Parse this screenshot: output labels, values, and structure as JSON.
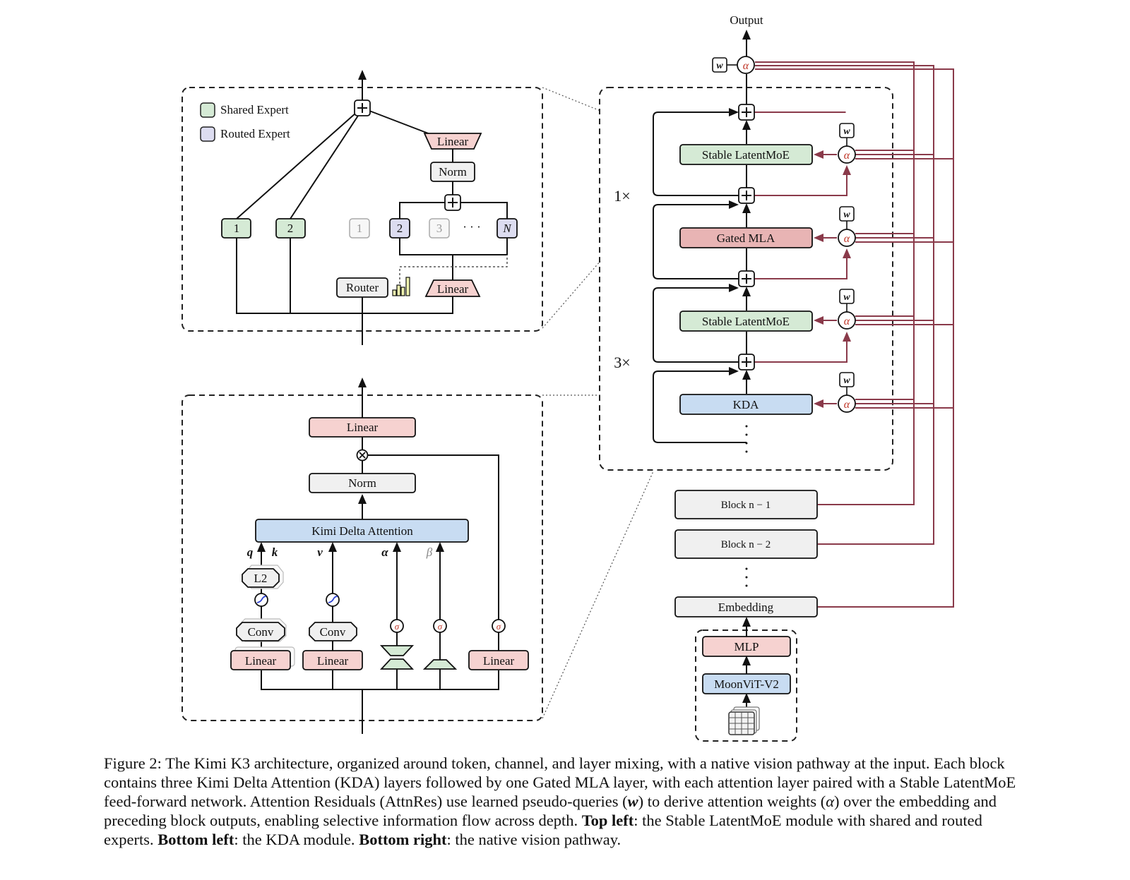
{
  "output_label": "Output",
  "legend": {
    "shared": "Shared Expert",
    "routed": "Routed Expert"
  },
  "moe": {
    "linear_top": "Linear",
    "norm": "Norm",
    "router": "Router",
    "linear_bottom": "Linear",
    "shared_experts": [
      "1",
      "2"
    ],
    "routed_experts": [
      "1",
      "2",
      "3",
      "N"
    ],
    "ellipsis": "· · ·"
  },
  "kda": {
    "linear_out": "Linear",
    "norm": "Norm",
    "attention": "Kimi Delta Attention",
    "inputs": [
      "q",
      "k",
      "v",
      "α",
      "β"
    ],
    "l2": "L2",
    "conv": "Conv",
    "linear": "Linear",
    "sigma": "σ"
  },
  "stack": {
    "layers": [
      "Stable LatentMoE",
      "Gated MLA",
      "Stable LatentMoE",
      "KDA"
    ],
    "repeat_1": "1×",
    "repeat_3": "3×",
    "alpha": "α",
    "w": "w"
  },
  "blocks": [
    "Block n − 1",
    "Block n − 2",
    "Embedding"
  ],
  "vision": {
    "mlp": "MLP",
    "vit": "MoonViT-V2"
  },
  "colors": {
    "green": "#d5ead5",
    "blue": "#c8dcf2",
    "pink": "#f6d2d0",
    "red": "#e8b4b4",
    "lavender": "#dcdcf0",
    "gray": "#f0f0f0",
    "wine": "#8a3a4a",
    "alpha_red": "#c0392b"
  },
  "caption": {
    "p1": "Figure 2: The Kimi K3 architecture, organized around token, channel, and layer mixing, with a native vision pathway at the input. Each block contains three Kimi Delta Attention (KDA) layers followed by one Gated MLA layer, with each attention layer paired with a Stable LatentMoE feed-forward network. Attention Residuals (AttnRes) use learned pseudo-queries (",
    "w": "w",
    "p2": ") to derive attention weights (",
    "alpha": "α",
    "p3": ") over the embedding and preceding block outputs, enabling selective information flow across depth. ",
    "tl_label": "Top left",
    "tl_text": ": the Stable LatentMoE module with shared and routed experts. ",
    "bl_label": "Bottom left",
    "bl_text": ": the KDA module. ",
    "br_label": "Bottom right",
    "br_text": ": the native vision pathway."
  }
}
